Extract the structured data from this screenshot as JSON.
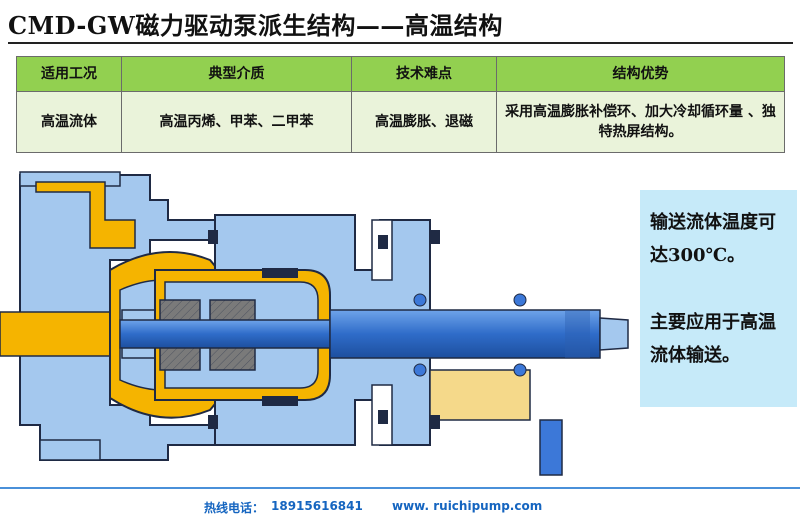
{
  "title": "CMD-GW磁力驱动泵派生结构——高温结构",
  "table": {
    "headers": [
      "适用工况",
      "典型介质",
      "技术难点",
      "结构优势"
    ],
    "row": [
      "高温流体",
      "高温丙烯、甲苯、二甲苯",
      "高温膨胀、退磁",
      "采用高温膨胀补偿环、加大冷却循环量 、独特热屏结构。"
    ],
    "header_color": "#92d050",
    "row_color": "#eaf3da"
  },
  "panel": {
    "text1": "输送流体温度可达300℃。",
    "text2": "主要应用于高温流体输送。",
    "background": "#c6eaf9"
  },
  "footer": {
    "hotline_label": "热线电话：",
    "hotline_number": "18915616841",
    "website": "www. ruichipump.com",
    "color": "#1565c0"
  },
  "colors": {
    "casing": "#a4c8ee",
    "fluid": "#f5b400",
    "shaft": "#3c78d8",
    "outline": "#1f2a44"
  }
}
